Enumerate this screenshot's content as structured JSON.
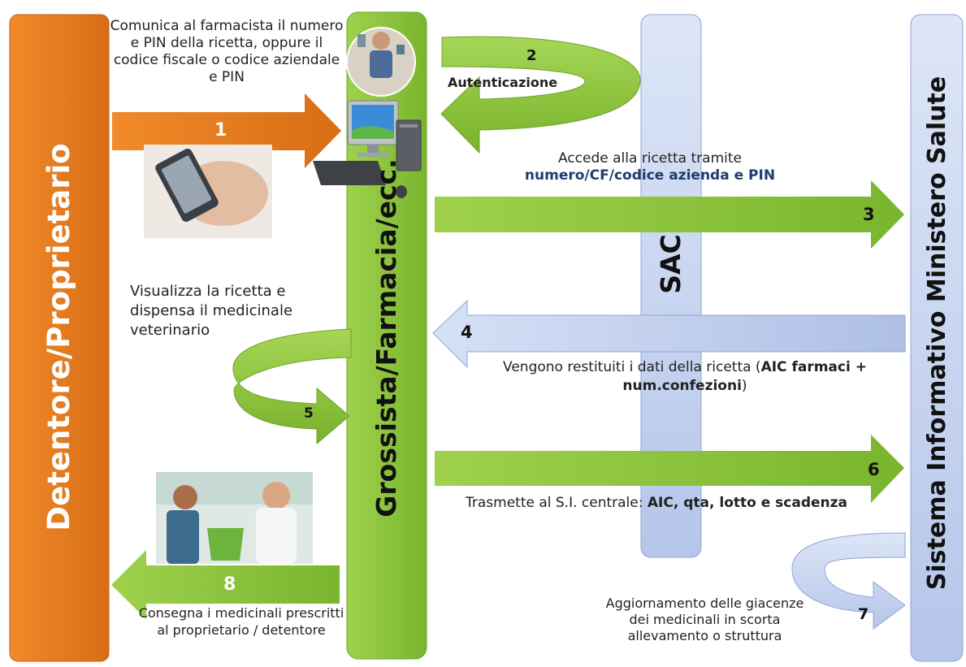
{
  "columns": {
    "owner": "Detentore/Proprietario",
    "pharmacy": "Grossista/Farmacia/ecc.",
    "sac": "SAC",
    "ministry": "Sistema Informativo Ministero Salute"
  },
  "steps": {
    "s1": {
      "number": "1",
      "text": "Comunica al farmacista il numero e PIN della ricetta, oppure il codice fiscale o codice aziendale e PIN"
    },
    "s2": {
      "number": "2",
      "label": "Autenticazione"
    },
    "s3": {
      "number": "3",
      "text": "Accede alla ricetta tramite",
      "bold": "numero/CF/codice azienda e PIN"
    },
    "s4": {
      "number": "4",
      "text": "Vengono restituiti i dati della ricetta (",
      "bold": "AIC farmaci + num.confezioni",
      "tail": ")"
    },
    "s5": {
      "number": "5",
      "text": "Visualizza la ricetta e dispensa il medicinale veterinario"
    },
    "s6": {
      "number": "6",
      "text": "Trasmette al S.I. centrale:",
      "bold": "AIC, qta, lotto e scadenza"
    },
    "s7": {
      "number": "7",
      "text": "Aggiornamento delle giacenze dei medicinali in scorta allevamento o struttura"
    },
    "s8": {
      "number": "8",
      "text": "Consegna i medicinali prescritti al  proprietario / detentore"
    }
  },
  "colors": {
    "orange": "#e87722",
    "green": "#8cc63f",
    "blue": "#c5d4f0"
  }
}
